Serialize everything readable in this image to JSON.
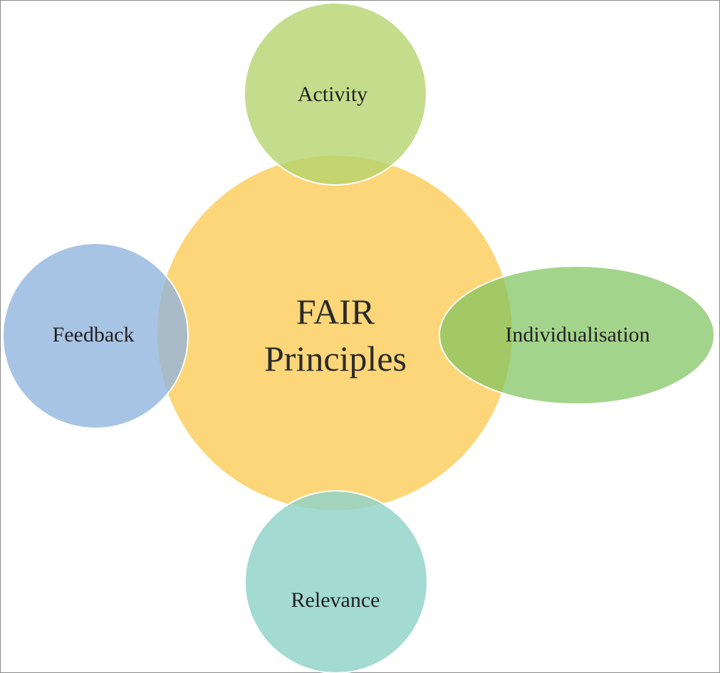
{
  "diagram": {
    "center": {
      "line1": "FAIR",
      "line2": "Principles",
      "color": "#fcd679"
    },
    "nodes": {
      "top": {
        "label": "Activity",
        "color": "#b8d67d"
      },
      "left": {
        "label": "Feedback",
        "color": "#9dbde0"
      },
      "right": {
        "label": "Individualisation",
        "color": "#8fc96c"
      },
      "bottom": {
        "label": "Relevance",
        "color": "#9fd8cf"
      }
    }
  }
}
